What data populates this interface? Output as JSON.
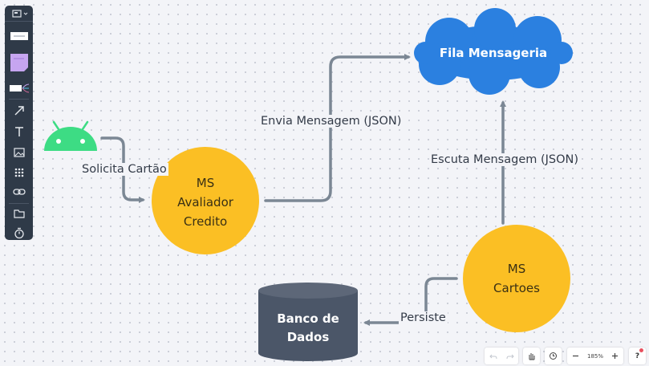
{
  "diagram": {
    "nodes": {
      "android": {
        "icon": "android-icon"
      },
      "avaliador": {
        "lines": [
          "MS",
          "Avaliador",
          "Credito"
        ],
        "color": "#fbbf24"
      },
      "fila": {
        "label": "Fila Mensageria",
        "color": "#2b80e0"
      },
      "cartoes": {
        "lines": [
          "MS",
          "Cartoes"
        ],
        "color": "#fbbf24"
      },
      "banco": {
        "lines": [
          "Banco de",
          "Dados"
        ],
        "color": "#4b5668"
      }
    },
    "edges": {
      "solicita": "Solicita Cartão",
      "envia": "Envia Mensagem (JSON)",
      "escuta": "Escuta Mensagem (JSON)",
      "persiste": "Persiste"
    },
    "edge_color": "#7b8794"
  },
  "toolbar": {
    "tools": [
      "frames-icon",
      "text-card-icon",
      "sticky-note-icon",
      "mind-map-icon",
      "arrow-icon",
      "text-icon",
      "image-icon",
      "grid-icon",
      "link-icon",
      "folder-icon",
      "timer-icon"
    ]
  },
  "controls": {
    "zoom": "185%",
    "help": "?"
  }
}
